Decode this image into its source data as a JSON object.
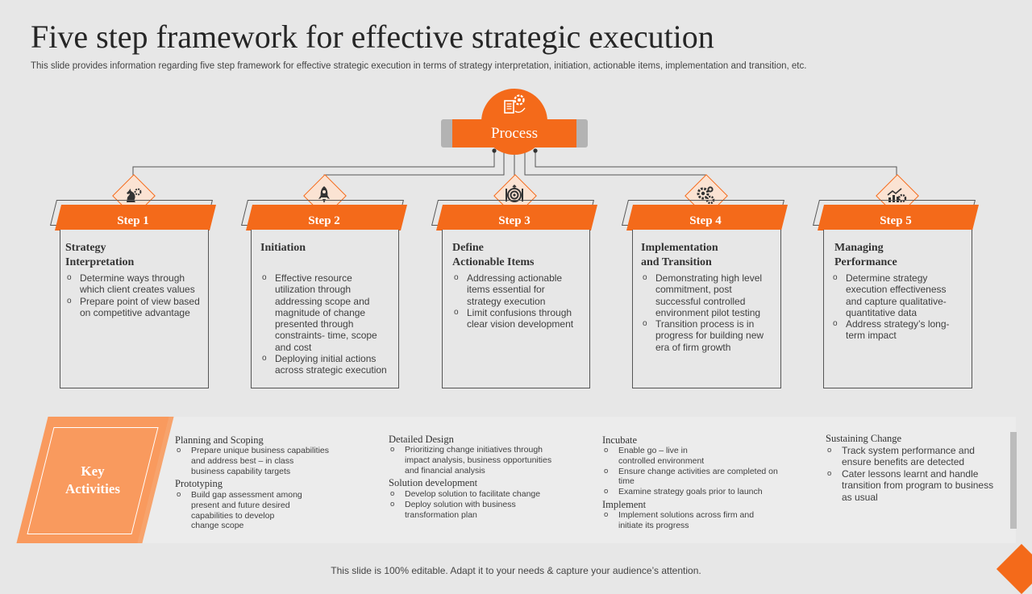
{
  "title": "Five step framework for effective strategic execution",
  "subtitle": "This slide provides information regarding five step framework for effective strategic execution in terms of strategy interpretation, initiation, actionable items, implementation and transition, etc.",
  "process_label": "Process",
  "accent_color": "#f46a1a",
  "steps": [
    {
      "label": "Step 1",
      "icon": "chess-knight-gear-icon",
      "title_lines": [
        "Strategy",
        "Interpretation"
      ],
      "bullets": [
        [
          "Determine ways through",
          "which client creates values"
        ],
        [
          "Prepare point of view based",
          "on competitive advantage"
        ]
      ]
    },
    {
      "label": "Step 2",
      "icon": "rocket-icon",
      "title_lines": [
        "Initiation"
      ],
      "bullets": [
        [
          "Effective resource",
          "utilization through",
          "addressing scope and",
          "magnitude of change",
          "presented through",
          "constraints- time, scope",
          "and cost"
        ],
        [
          "Deploying initial actions",
          "across strategic execution"
        ]
      ]
    },
    {
      "label": "Step 3",
      "icon": "target-icon",
      "title_lines": [
        "Define",
        "Actionable Items"
      ],
      "bullets": [
        [
          "Addressing actionable",
          "items essential for",
          "strategy execution"
        ],
        [
          "Limit confusions through",
          "clear vision development"
        ]
      ]
    },
    {
      "label": "Step 4",
      "icon": "gears-icon",
      "title_lines": [
        "Implementation",
        "and Transition"
      ],
      "bullets": [
        [
          "Demonstrating high level",
          "commitment, post",
          "successful controlled",
          "environment pilot testing"
        ],
        [
          "Transition process is in",
          "progress for building new",
          "era of firm growth"
        ]
      ]
    },
    {
      "label": "Step 5",
      "icon": "growth-gear-icon",
      "title_lines": [
        "Managing",
        "Performance"
      ],
      "bullets": [
        [
          "Determine strategy",
          "execution effectiveness",
          "and capture qualitative-",
          "quantitative data"
        ],
        [
          "Address strategy’s long-",
          "term impact"
        ]
      ]
    }
  ],
  "key_activities": {
    "label_lines": [
      "Key",
      "Activities"
    ],
    "columns": [
      {
        "groups": [
          {
            "heading": "Planning and Scoping",
            "items": [
              [
                "Prepare unique business capabilities",
                "and address best – in class",
                "business capability targets"
              ]
            ]
          },
          {
            "heading": "Prototyping",
            "items": [
              [
                "Build gap assessment among",
                "present and future desired",
                "capabilities to develop",
                "change scope"
              ]
            ]
          }
        ]
      },
      {
        "groups": [
          {
            "heading": "Detailed Design",
            "items": [
              [
                "Prioritizing change initiatives through",
                "impact analysis, business opportunities",
                "and financial analysis"
              ]
            ]
          },
          {
            "heading": "Solution development",
            "items": [
              [
                "Develop solution to facilitate change"
              ],
              [
                "Deploy solution with business",
                "transformation plan"
              ]
            ]
          }
        ]
      },
      {
        "groups": [
          {
            "heading": "Incubate",
            "items": [
              [
                "Enable go – live in",
                "controlled environment"
              ],
              [
                "Ensure change activities are completed on",
                "time"
              ],
              [
                "Examine  strategy goals prior to launch"
              ]
            ]
          },
          {
            "heading": "Implement",
            "items": [
              [
                "Implement  solutions across firm and",
                "initiate its progress"
              ]
            ]
          }
        ]
      },
      {
        "groups": [
          {
            "heading": "Sustaining Change",
            "items": [
              [
                "Track system performance and",
                "ensure benefits are detected"
              ],
              [
                "Cater lessons learnt and handle",
                "transition from program to business",
                "as usual"
              ]
            ]
          }
        ]
      }
    ]
  },
  "footer": "This slide is 100% editable. Adapt it to your needs & capture your audience’s attention."
}
